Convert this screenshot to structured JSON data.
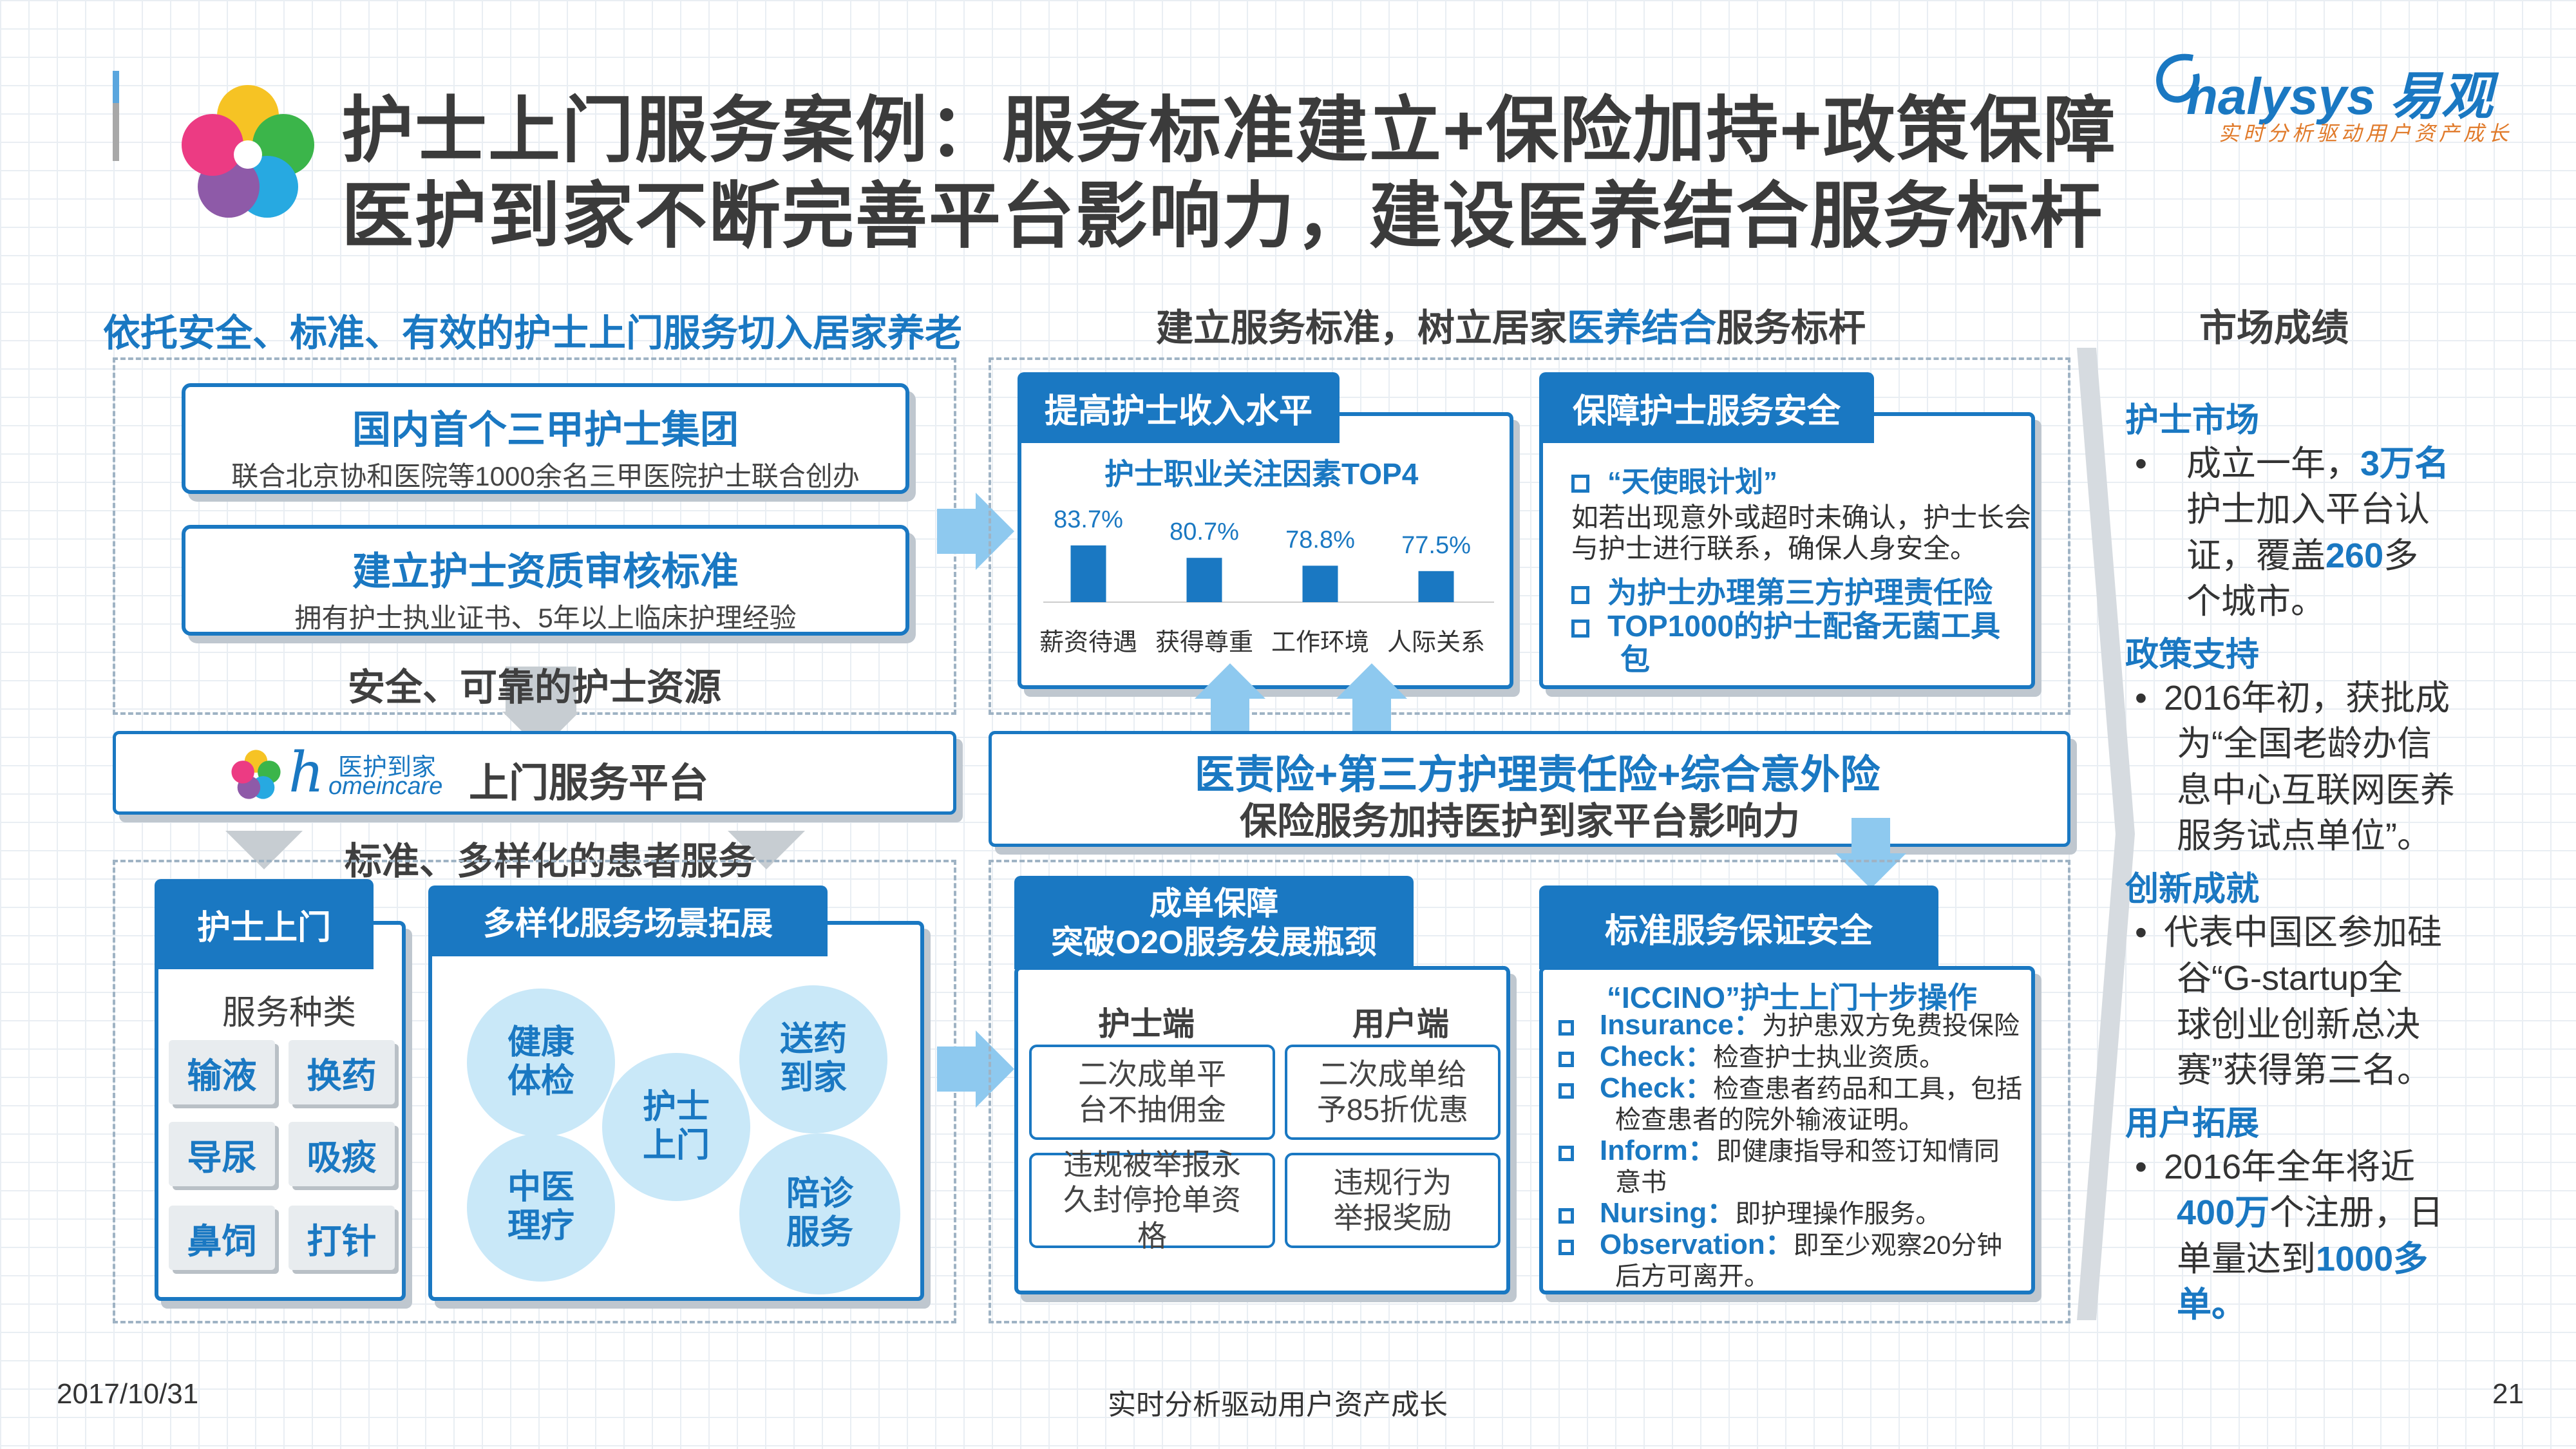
{
  "header": {
    "title_line1": "护士上门服务案例：服务标准建立+保险加持+政策保障",
    "title_line2": "医护到家不断完善平台影响力，建设医养结合服务标杆",
    "brand": "nalysys 易观",
    "brand_slogan": "实时分析驱动用户资产成长"
  },
  "left": {
    "heading": "依托安全、标准、有效的护士上门服务切入居家养老",
    "card1_title": "国内首个三甲护士集团",
    "card1_sub": "联合北京协和医院等1000余名三甲医院护士联合创办",
    "card2_title": "建立护士资质审核标准",
    "card2_sub": "拥有护士执业证书、5年以上临床护理经验",
    "resource_label": "安全、可靠的护士资源",
    "platform_logo_text": "医护到家",
    "platform_logo_sub": "omeincare",
    "platform_label": "上门服务平台",
    "service_label": "标准、多样化的患者服务",
    "nurse_tab": "护士上门",
    "service_types_label": "服务种类",
    "service_types": [
      "输液",
      "换药",
      "导尿",
      "吸痰",
      "鼻饲",
      "打针"
    ],
    "scene_tab": "多样化服务场景拓展",
    "bubbles": {
      "health": "健康体检",
      "medicine": "送药到家",
      "center": "护士上门",
      "tcm": "中医理疗",
      "escort": "陪诊服务"
    }
  },
  "middle": {
    "heading_pre": "建立服务标准，树立居家",
    "heading_highlight": "医养结合",
    "heading_post": "服务标杆",
    "income_tab": "提高护士收入水平",
    "chart_title": "护士职业关注因素TOP4",
    "safety_tab": "保障护士服务安全",
    "angel_plan": "“天使眼计划”",
    "angel_desc1": "如若出现意外或超时未确认，护士长会",
    "angel_desc2": "与护士进行联系，确保人身安全。",
    "safety_b1": "为护士办理第三方护理责任险",
    "safety_b2": "TOP1000的护士配备无菌工具",
    "safety_b2_cont": "包",
    "insurance_line1": "医责险+第三方护理责任险+综合意外险",
    "insurance_line2": "保险服务加持医护到家平台影响力",
    "o2o_tab_line1": "成单保障",
    "o2o_tab_line2": "突破O2O服务发展瓶颈",
    "nurse_side": "护士端",
    "user_side": "用户端",
    "box1": "二次成单平台不抽佣金",
    "box2": "二次成单给予85折优惠",
    "box3": "违规被举报永久封停抢单资格",
    "box4": "违规行为举报奖励",
    "std_tab": "标准服务保证安全",
    "iccino_title": "“ICCINO”护士上门十步操作",
    "iccino": [
      {
        "k": "Insurance：",
        "v": "为护患双方免费投保险"
      },
      {
        "k": "Check：",
        "v": "检查护士执业资质。"
      },
      {
        "k": "Check：",
        "v": "检查患者药品和工具，包括"
      },
      {
        "k": "",
        "v": "检查患者的院外输液证明。"
      },
      {
        "k": "Inform：",
        "v": "即健康指导和签订知情同"
      },
      {
        "k": "",
        "v": "意书"
      },
      {
        "k": "Nursing：",
        "v": "即护理操作服务。"
      },
      {
        "k": "Observation：",
        "v": "即至少观察20分钟"
      },
      {
        "k": "",
        "v": "后方可离开。"
      }
    ]
  },
  "chart_data": {
    "type": "bar",
    "title": "护士职业关注因素TOP4",
    "categories": [
      "薪资待遇",
      "获得尊重",
      "工作环境",
      "人际关系"
    ],
    "values": [
      83.7,
      80.7,
      78.8,
      77.5
    ],
    "labels": [
      "83.7%",
      "80.7%",
      "78.8%",
      "77.5%"
    ],
    "grid": false
  },
  "right": {
    "heading": "市场成绩",
    "s1_head": "护士市场",
    "s1_a": "成立一年，",
    "s1_b": "3万名",
    "s1_c": "护士加入平台认",
    "s1_d": "证，覆盖",
    "s1_e": "260",
    "s1_f": "多",
    "s1_g": "个城市。",
    "s2_head": "政策支持",
    "s2_lines": [
      "2016年初，获批成",
      "为“全国老龄办信",
      "息中心互联网医养",
      "服务试点单位”。"
    ],
    "s3_head": "创新成就",
    "s3_lines": [
      "代表中国区参加硅",
      "谷“G-startup全",
      "球创业创新总决",
      "赛”获得第三名。"
    ],
    "s4_head": "用户拓展",
    "s4_a": "2016年全年将近",
    "s4_b": "400万",
    "s4_c": "个注册，日",
    "s4_d": "单量达到",
    "s4_e": "1000多",
    "s4_f": "单。"
  },
  "footer": {
    "date": "2017/10/31",
    "slogan": "实时分析驱动用户资产成长",
    "page": "21"
  }
}
